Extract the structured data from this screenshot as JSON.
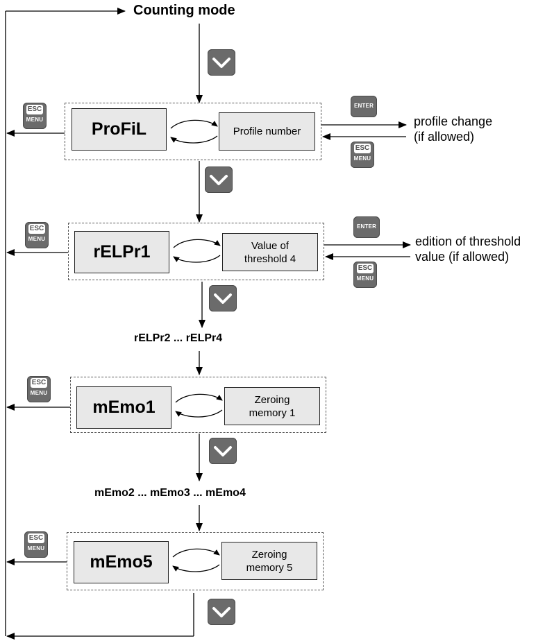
{
  "top_label": "Counting mode",
  "keys": {
    "esc_top": "ESC",
    "esc_bottom": "MENU",
    "enter": "ENTER"
  },
  "steps": [
    {
      "code": "ProFiL",
      "description": "Profile number",
      "action_line1": "profile change",
      "action_line2": "(if allowed)"
    },
    {
      "code": "rELPr1",
      "description_line1": "Value of",
      "description_line2": "threshold 4",
      "action_line1": "edition of threshold",
      "action_line2": "value (if allowed)"
    },
    {
      "code": "mEmo1",
      "description_line1": "Zeroing",
      "description_line2": "memory 1"
    },
    {
      "code": "mEmo5",
      "description_line1": "Zeroing",
      "description_line2": "memory 5"
    }
  ],
  "intermediate_labels": [
    "rELPr2 ... rELPr4",
    "mEmo2 ... mEmo3 ... mEmo4"
  ]
}
